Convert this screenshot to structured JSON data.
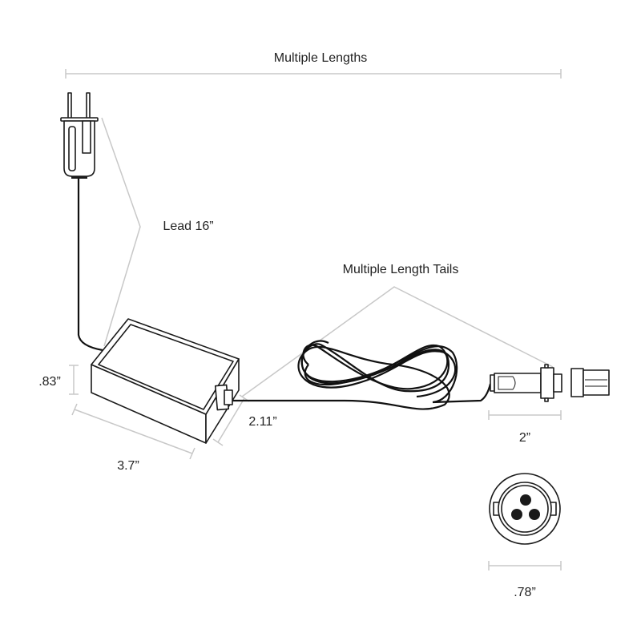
{
  "labels": {
    "overall": "Multiple Lengths",
    "lead": "Lead 16”",
    "tails": "Multiple Length Tails",
    "height": ".83”",
    "length": "3.7”",
    "width": "2.11”",
    "connector_length": "2”",
    "connector_diameter": ".78”"
  },
  "colors": {
    "line": "#1a1a1a",
    "dimension": "#c8c8c8"
  }
}
